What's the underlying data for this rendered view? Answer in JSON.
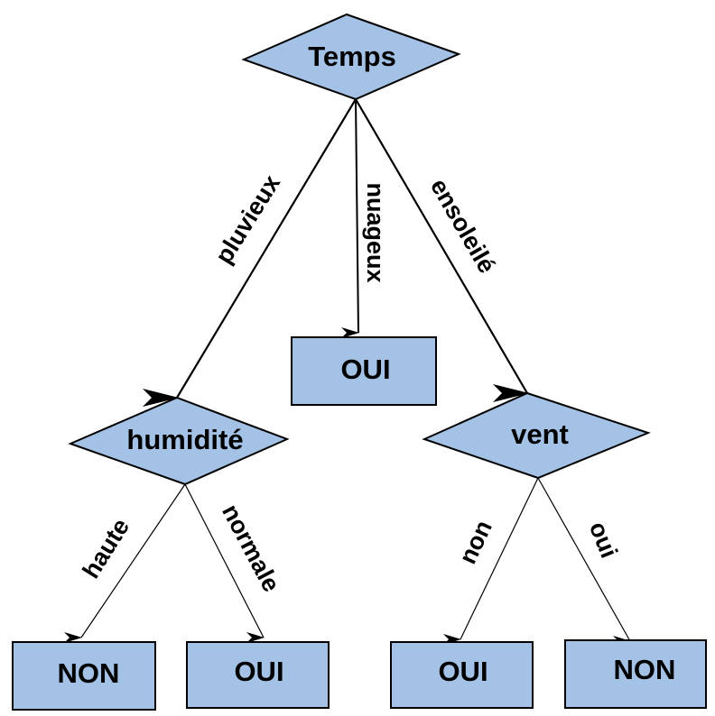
{
  "colors": {
    "node_fill": "#a4c2e6",
    "stroke": "#000000"
  },
  "root": {
    "label": "Temps"
  },
  "edges": {
    "pluvieux": "pluvieux",
    "nuageux": "nuageux",
    "ensoleille": "ensoleilé",
    "haute": "haute",
    "normale": "normale",
    "non": "non",
    "oui": "oui"
  },
  "nodes": {
    "humidite": "humidité",
    "vent": "vent",
    "leaf_nuageux": "OUI",
    "leaf_haute": "NON",
    "leaf_normale": "OUI",
    "leaf_non": "OUI",
    "leaf_oui": "NON"
  }
}
